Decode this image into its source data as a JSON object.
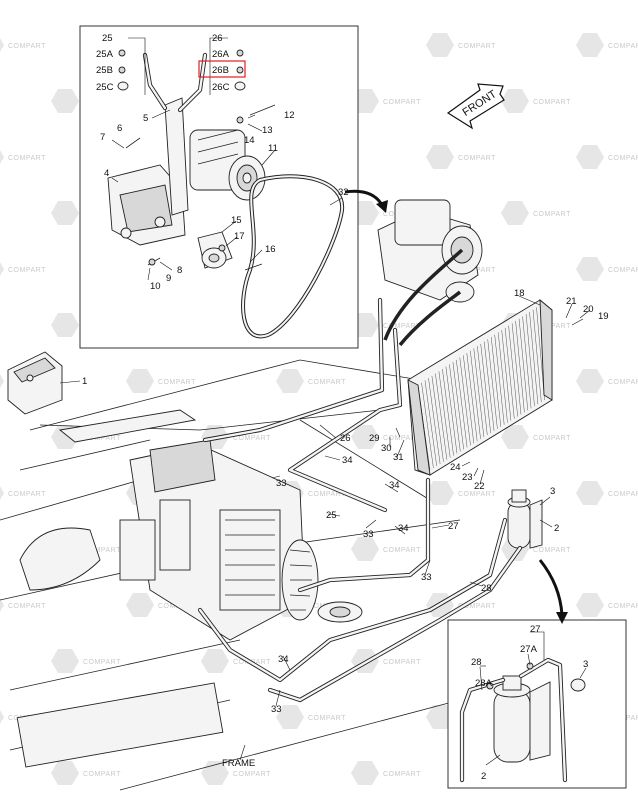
{
  "diagram": {
    "front_label": "FRONT",
    "frame_label": "FRAME",
    "watermark": "COMPART",
    "highlight_color": "#e02020",
    "callouts": {
      "c1": "1",
      "c2": "2",
      "c3": "3",
      "c3b": "3",
      "c4": "4",
      "c5": "5",
      "c6": "6",
      "c7": "7",
      "c8": "8",
      "c9": "9",
      "c10": "10",
      "c11": "11",
      "c12": "12",
      "c13": "13",
      "c14": "14",
      "c15": "15",
      "c16": "16",
      "c17": "17",
      "c18": "18",
      "c19": "19",
      "c20": "20",
      "c21": "21",
      "c22": "22",
      "c23": "23",
      "c24": "24",
      "c25": "25",
      "c25A": "25A",
      "c25B": "25B",
      "c25C": "25C",
      "c25b": "25",
      "c26": "26",
      "c26A": "26A",
      "c26B": "26B",
      "c26C": "26C",
      "c26b": "26",
      "c27": "27",
      "c27b": "27",
      "c27A": "27A",
      "c28": "28",
      "c28b": "28",
      "c28A": "28A",
      "c29": "29",
      "c30": "30",
      "c31": "31",
      "c32": "32",
      "c33a": "33",
      "c33b": "33",
      "c33c": "33",
      "c33d": "33",
      "c34a": "34",
      "c34b": "34",
      "c34c": "34",
      "c34d": "34",
      "c2b": "2"
    }
  }
}
